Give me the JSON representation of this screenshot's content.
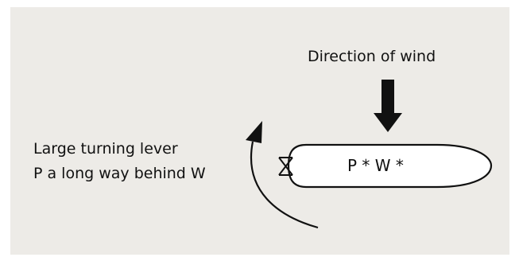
{
  "wind": {
    "label": "Direction of wind"
  },
  "lever": {
    "line1": "Large turning lever",
    "line2": "P a long way behind W"
  },
  "hull": {
    "label": "P * W *"
  },
  "colors": {
    "background": "#edebe7",
    "ink": "#111111",
    "hull_fill": "#ffffff"
  }
}
